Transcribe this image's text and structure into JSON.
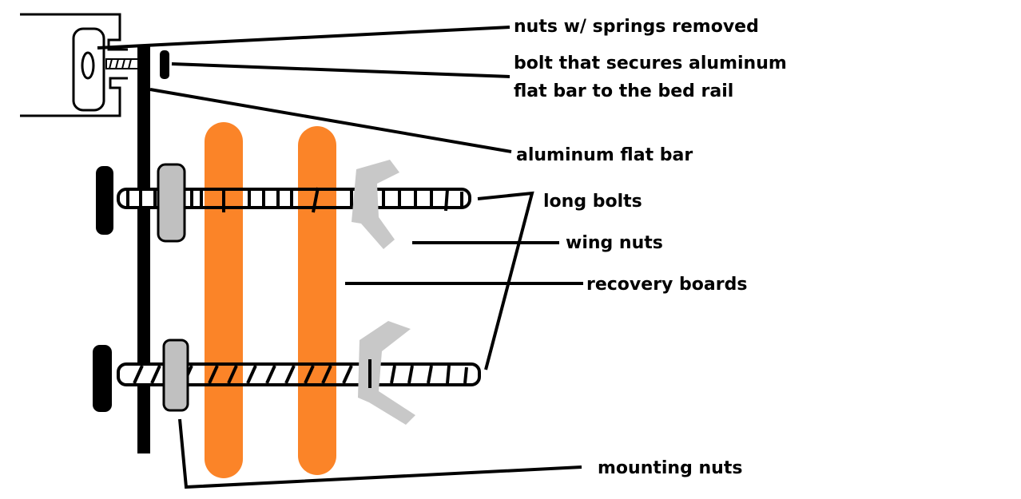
{
  "labels": {
    "nuts_springs_removed": "nuts w/ springs removed",
    "bolt_line1": "bolt that secures aluminum",
    "bolt_line2": "flat bar to the bed rail",
    "flat_bar": "aluminum flat bar",
    "long_bolts": "long bolts",
    "wing_nuts": "wing nuts",
    "recovery_boards": "recovery boards",
    "mounting_nuts": "mounting nuts"
  },
  "colors": {
    "board": "#fb8428",
    "wing_nut": "#c8c8c8",
    "mounting_nut": "#c0c0c0",
    "stroke": "#000000"
  }
}
